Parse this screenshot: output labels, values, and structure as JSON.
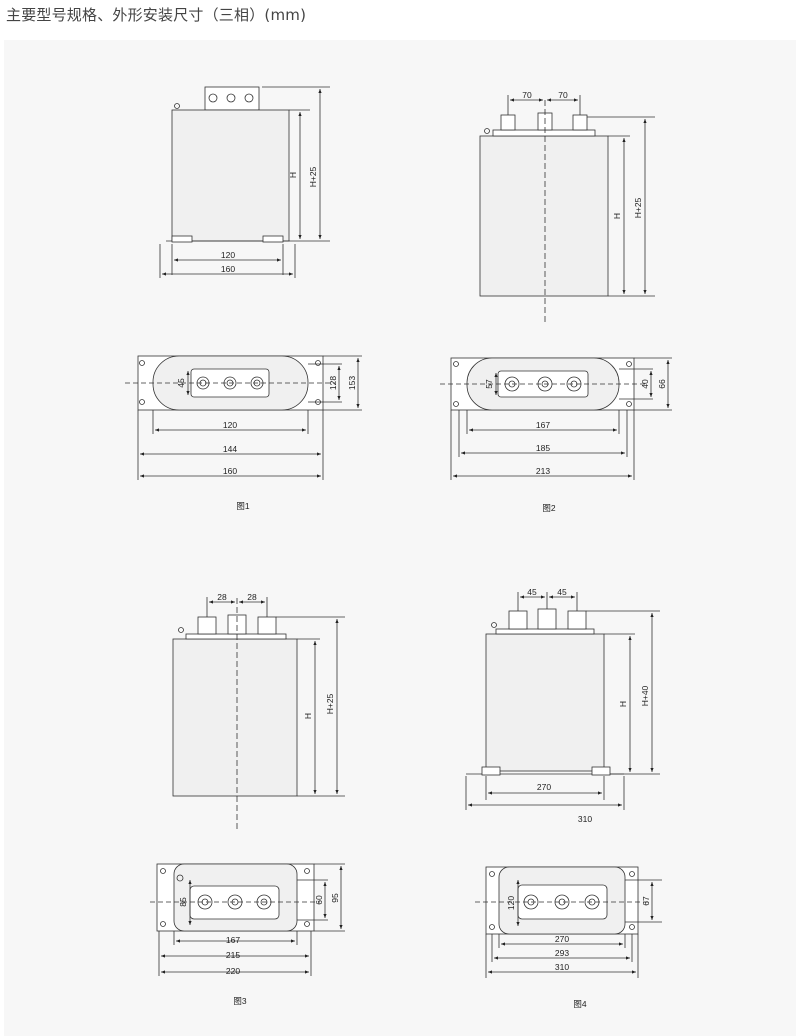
{
  "header": {
    "title": "主要型号规格、外形安装尺寸（三相）(mm)"
  },
  "figures": {
    "fig1": {
      "caption": "图1",
      "side": {
        "h": "H",
        "h_total": "H+25",
        "base_inner": "120",
        "base_outer": "160"
      },
      "top": {
        "depth_inner": "45",
        "depth_mid": "128",
        "depth_outer": "153",
        "w1": "120",
        "w2": "144",
        "w3": "160"
      }
    },
    "fig2": {
      "caption": "图2",
      "side": {
        "pitch_left": "70",
        "pitch_right": "70",
        "h": "H",
        "h_total": "H+25"
      },
      "top": {
        "depth_inner": "57",
        "depth_mid": "40",
        "depth_outer": "66",
        "w1": "167",
        "w2": "185",
        "w3": "213"
      }
    },
    "fig3": {
      "caption": "图3",
      "side": {
        "pitch_left": "28",
        "pitch_right": "28",
        "h": "H",
        "h_total": "H+25"
      },
      "top": {
        "depth_inner": "85",
        "depth_mid": "60",
        "depth_outer": "95",
        "w1": "167",
        "w2": "215",
        "w3": "220"
      }
    },
    "fig4": {
      "caption": "图4",
      "side": {
        "pitch_left": "45",
        "pitch_right": "45",
        "h": "H",
        "h_total": "H+40",
        "base_inner": "270",
        "base_outer": "310"
      },
      "top": {
        "depth_inner": "120",
        "depth_outer": "67",
        "w1": "270",
        "w2": "293",
        "w3": "310"
      }
    }
  }
}
